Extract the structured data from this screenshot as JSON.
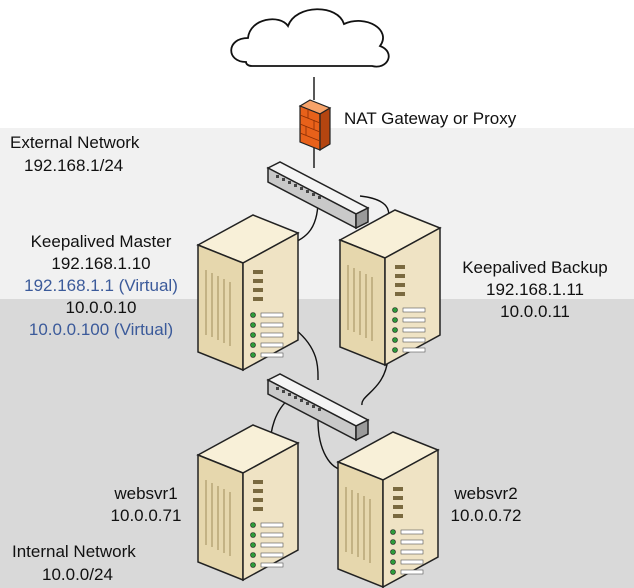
{
  "colors": {
    "external_band": "#f1f1f1",
    "internal_band": "#d9d9d9",
    "virtual_ip_text": "#3b5a9a",
    "firewall_orange": "#e8611a",
    "server_beige": "#efe3c4"
  },
  "icons": [
    "cloud-icon",
    "firewall-icon",
    "switch-icon",
    "server-icon"
  ],
  "gateway": {
    "label": "NAT Gateway or Proxy"
  },
  "external_network": {
    "name": "External Network",
    "subnet": "192.168.1/24"
  },
  "internal_network": {
    "name": "Internal Network",
    "subnet": "10.0.0/24"
  },
  "master": {
    "name": "Keepalived Master",
    "ip": "192.168.1.10",
    "virtual_ip": "192.168.1.1 (Virtual)",
    "internal_ip": "10.0.0.10",
    "internal_virtual_ip": "10.0.0.100 (Virtual)"
  },
  "backup": {
    "name": "Keepalived Backup",
    "ip": "192.168.1.11",
    "internal_ip": "10.0.0.11"
  },
  "web1": {
    "name": "websvr1",
    "ip": "10.0.0.71"
  },
  "web2": {
    "name": "websvr2",
    "ip": "10.0.0.72"
  }
}
